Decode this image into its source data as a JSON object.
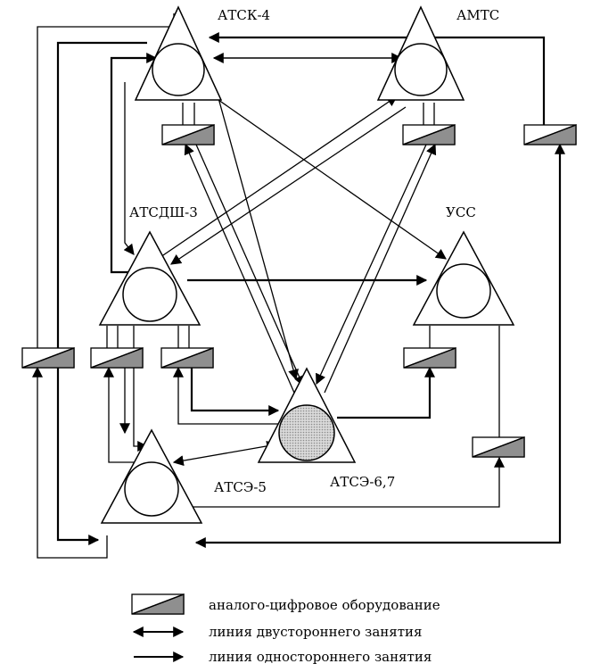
{
  "nodes": {
    "atsk4": {
      "label": "АТСК-4"
    },
    "amts": {
      "label": "АМТС"
    },
    "atsdsh3": {
      "label": "АТСДШ-3"
    },
    "uss": {
      "label": "УСС"
    },
    "atse67": {
      "label": "АТСЭ-6,7"
    },
    "atse5": {
      "label": "АТСЭ-5"
    }
  },
  "legend": {
    "converter": "аналого-цифровое оборудование",
    "two_way": "линия двустороннего занятия",
    "one_way": "линия одностороннего занятия"
  }
}
